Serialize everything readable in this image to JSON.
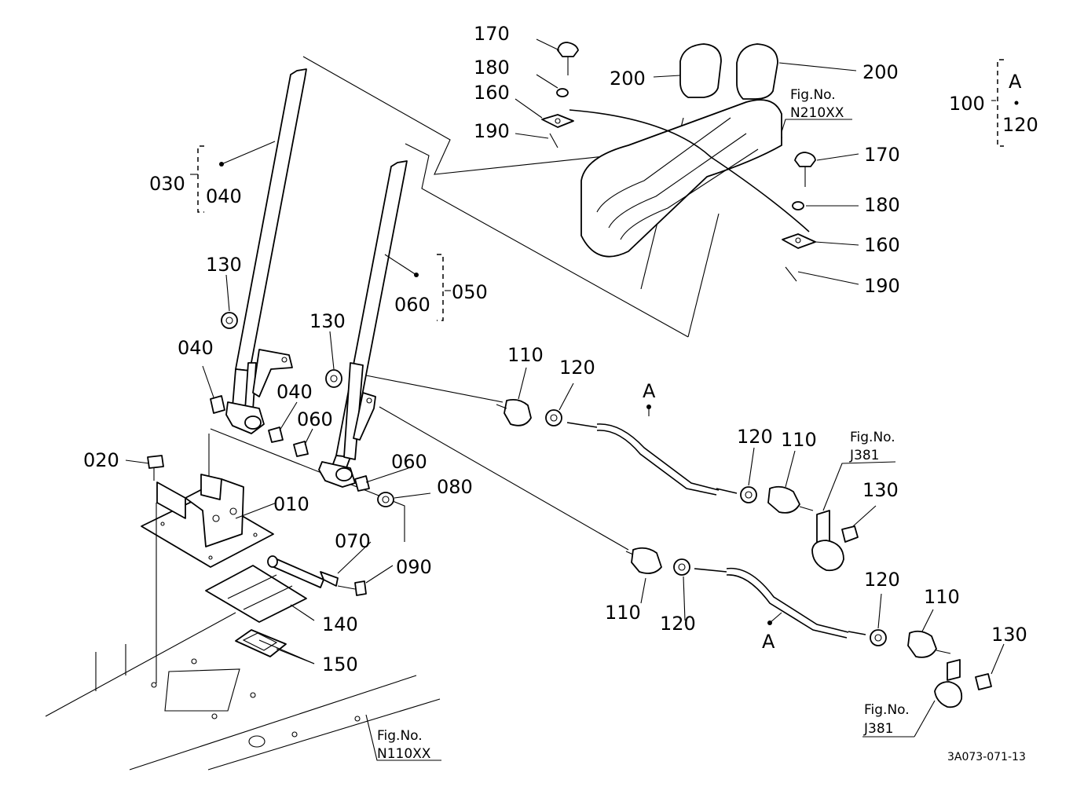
{
  "labels": {
    "p170_top": "170",
    "p180_top": "180",
    "p160_top": "160",
    "p190_top": "190",
    "p200_left": "200",
    "p200_right": "200",
    "p170_right": "170",
    "p180_right": "180",
    "p160_right": "160",
    "p190_right": "190",
    "p100": "100",
    "bracket_a": "A",
    "bracket_120": "120",
    "p030": "030",
    "p040_brk": "040",
    "p060_brk": "060",
    "p050": "050",
    "p130_left": "130",
    "p130_mid": "130",
    "p040_a": "040",
    "p040_b": "040",
    "p060_a": "060",
    "p060_b": "060",
    "p080": "080",
    "p020": "020",
    "p010": "010",
    "p070": "070",
    "p090": "090",
    "p140": "140",
    "p150": "150",
    "p110_a": "110",
    "p120_a": "120",
    "cable_a1": "A",
    "p120_b": "120",
    "p110_b": "110",
    "p130_b": "130",
    "p110_c": "110",
    "p120_c": "120",
    "cable_a2": "A",
    "p120_d": "120",
    "p110_d": "110",
    "p130_d": "130"
  },
  "references": {
    "fig_n210_label": "Fig.No.",
    "fig_n210_num": "N210XX",
    "fig_j381_top_label": "Fig.No.",
    "fig_j381_top_num": "J381",
    "fig_j381_bot_label": "Fig.No.",
    "fig_j381_bot_num": "J381",
    "fig_n110_label": "Fig.No.",
    "fig_n110_num": "N110XX"
  },
  "drawing_number": "3A073-071-13"
}
